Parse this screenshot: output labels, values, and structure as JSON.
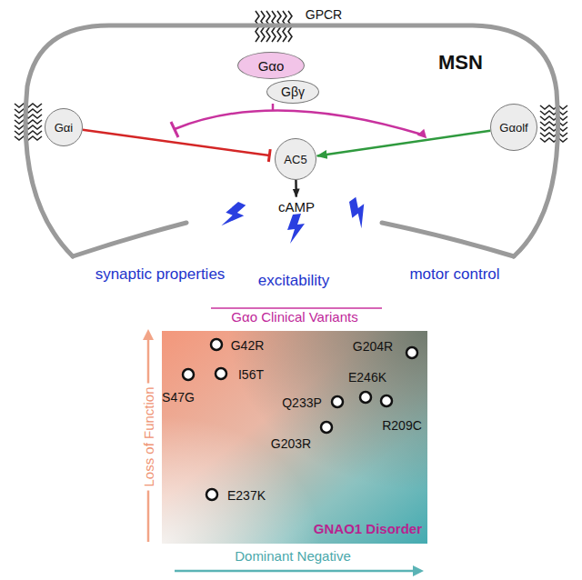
{
  "diagram": {
    "nodes": [
      {
        "text": [
          "MSN"
        ]
      },
      {
        "text": [
          "Gαo"
        ],
        "in": 0
      },
      {
        "text": [
          "Gβγ"
        ],
        "in": 0
      },
      {
        "text": [
          "Gαi"
        ],
        "in": 0
      },
      {
        "text": [
          "Gαolf"
        ],
        "in": 0
      },
      {
        "text": [
          "AC5"
        ],
        "in": 0
      },
      {
        "text": [
          "cAMP"
        ],
        "in": 0
      },
      {
        "text": [
          "Gαo Clinical Variants",
          "GNAO1 Disorder"
        ]
      }
    ],
    "edges": [
      {
        "from": 3,
        "to": 5,
        "arrow": "to"
      },
      {
        "from": 4,
        "to": 5,
        "arrow": "to"
      },
      {
        "from": 5,
        "to": 6,
        "arrow": "to"
      }
    ],
    "labels": [
      "GPCR",
      "synaptic properties",
      "excitability",
      "motor control",
      "G42R",
      "S47G",
      "I56T",
      "G204R",
      "Q233P",
      "E246K",
      "R209C",
      "G203R",
      "E237K",
      "Loss of Function",
      "Dominant Negative"
    ]
  }
}
